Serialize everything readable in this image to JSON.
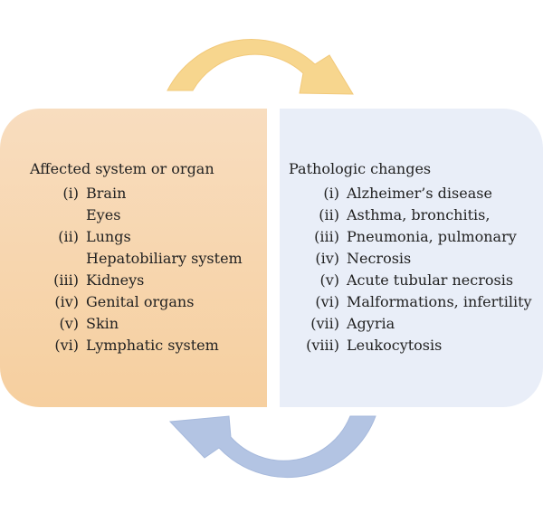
{
  "left_panel": {
    "heading": "Affected system or organ",
    "items": [
      {
        "num": "(i)",
        "label": "Brain"
      },
      {
        "num": "",
        "label": "Eyes"
      },
      {
        "num": "(ii)",
        "label": "Lungs"
      },
      {
        "num": "",
        "label": "Hepatobiliary system"
      },
      {
        "num": "(iii)",
        "label": "Kidneys"
      },
      {
        "num": "(iv)",
        "label": "Genital organs"
      },
      {
        "num": "(v)",
        "label": "Skin"
      },
      {
        "num": "(vi)",
        "label": "Lymphatic system"
      }
    ]
  },
  "right_panel": {
    "heading": "Pathologic changes",
    "items": [
      {
        "num": "(i)",
        "label": "Alzheimer’s disease"
      },
      {
        "num": "(ii)",
        "label": "Asthma, bronchitis,"
      },
      {
        "num": "(iii)",
        "label": "Pneumonia, pulmonary"
      },
      {
        "num": "(iv)",
        "label": "Necrosis"
      },
      {
        "num": "(v)",
        "label": "Acute tubular necrosis"
      },
      {
        "num": "(vi)",
        "label": "Malformations, infertility"
      },
      {
        "num": "(vii)",
        "label": "Agyria"
      },
      {
        "num": "(viii)",
        "label": "Leukocytosis"
      }
    ]
  },
  "colors": {
    "left_panel": "#f6cf9f",
    "right_panel": "#e9eef8",
    "top_arrow": "#f7d68e",
    "bottom_arrow": "#b3c4e3"
  },
  "icons": {
    "top_arrow": "curved-arrow-right-icon",
    "bottom_arrow": "curved-arrow-left-icon"
  }
}
